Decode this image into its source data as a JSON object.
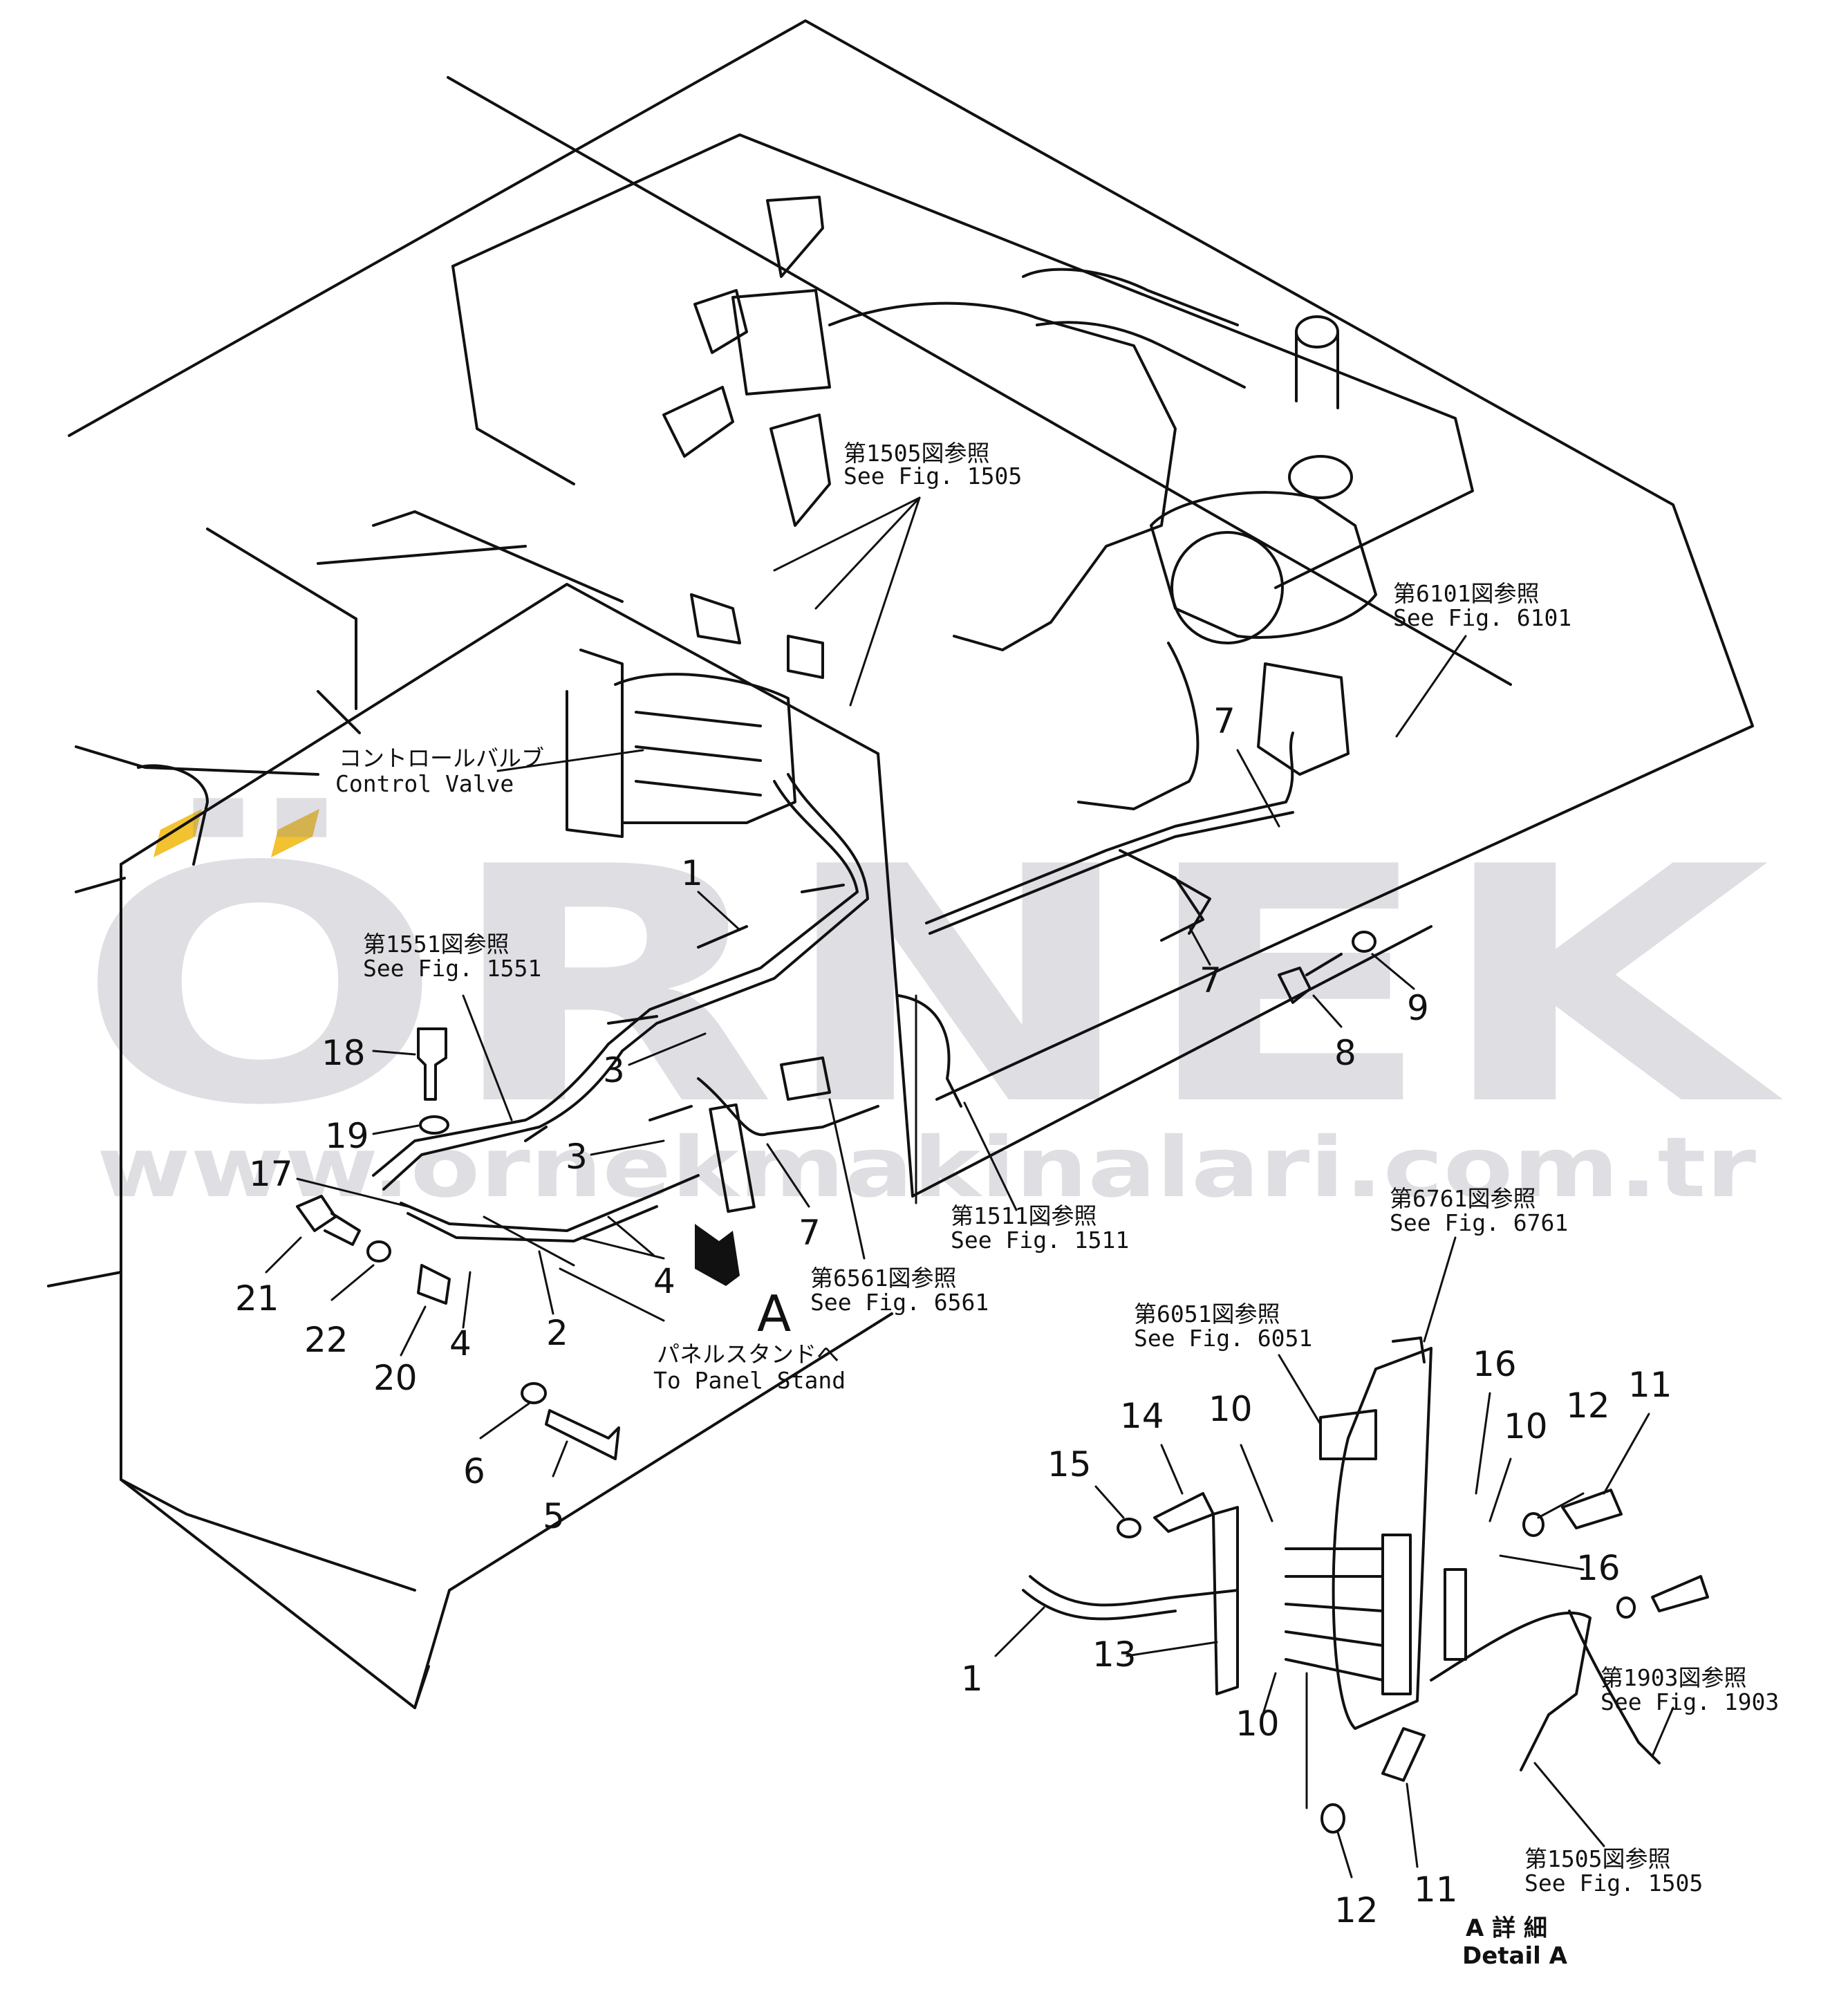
{
  "watermark": {
    "brand": "ÖRNEK",
    "url": "www.ornekmakinalari.com.tr",
    "accent_color": "#f2c230"
  },
  "references": [
    {
      "id": "ref-1505-top",
      "jp": "第1505図参照",
      "en": "See Fig. 1505"
    },
    {
      "id": "ref-6101",
      "jp": "第6101図参照",
      "en": "See Fig. 6101"
    },
    {
      "id": "ref-1551",
      "jp": "第1551図参照",
      "en": "See Fig. 1551"
    },
    {
      "id": "ref-1511",
      "jp": "第1511図参照",
      "en": "See Fig. 1511"
    },
    {
      "id": "ref-6561",
      "jp": "第6561図参照",
      "en": "See Fig. 6561"
    },
    {
      "id": "ref-6761",
      "jp": "第6761図参照",
      "en": "See Fig. 6761"
    },
    {
      "id": "ref-6051",
      "jp": "第6051図参照",
      "en": "See Fig. 6051"
    },
    {
      "id": "ref-1903",
      "jp": "第1903図参照",
      "en": "See Fig. 1903"
    },
    {
      "id": "ref-1505-bottom",
      "jp": "第1505図参照",
      "en": "See Fig. 1505"
    }
  ],
  "labels": {
    "control_valve_jp": "コントロールバルブ",
    "control_valve_en": "Control Valve",
    "panel_stand_jp": "パネルスタンドへ",
    "panel_stand_en": "To Panel Stand",
    "view_a": "A",
    "detail_jp": "A 詳 細",
    "detail_en": "Detail A"
  },
  "callouts": [
    "1",
    "7",
    "7",
    "7",
    "9",
    "8",
    "3",
    "3",
    "18",
    "19",
    "17",
    "21",
    "22",
    "20",
    "4",
    "2",
    "4",
    "6",
    "5",
    "16",
    "10",
    "12",
    "11",
    "14",
    "15",
    "10",
    "16",
    "13",
    "1",
    "10",
    "12",
    "11"
  ]
}
